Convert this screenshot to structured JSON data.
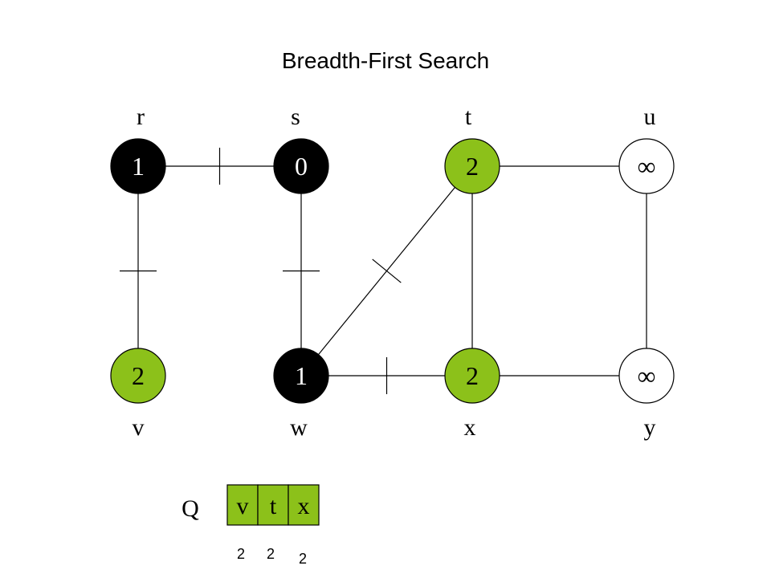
{
  "title": "Breadth-First Search",
  "colors": {
    "visited": "#000000",
    "frontier": "#8cc11a",
    "unvisited": "#ffffff",
    "line": "#000000"
  },
  "vertices": [
    {
      "id": "r",
      "label": "r",
      "value": "1",
      "state": "visited"
    },
    {
      "id": "s",
      "label": "s",
      "value": "0",
      "state": "visited"
    },
    {
      "id": "t",
      "label": "t",
      "value": "2",
      "state": "frontier"
    },
    {
      "id": "u",
      "label": "u",
      "value": "∞",
      "state": "unvisited"
    },
    {
      "id": "v",
      "label": "v",
      "value": "2",
      "state": "frontier"
    },
    {
      "id": "w",
      "label": "w",
      "value": "1",
      "state": "visited"
    },
    {
      "id": "x",
      "label": "x",
      "value": "2",
      "state": "frontier"
    },
    {
      "id": "y",
      "label": "y",
      "value": "∞",
      "state": "unvisited"
    }
  ],
  "edges": [
    {
      "from": "r",
      "to": "s",
      "tree_edge": true
    },
    {
      "from": "r",
      "to": "v",
      "tree_edge": true
    },
    {
      "from": "s",
      "to": "w",
      "tree_edge": true
    },
    {
      "from": "w",
      "to": "t",
      "tree_edge": true
    },
    {
      "from": "w",
      "to": "x",
      "tree_edge": true
    },
    {
      "from": "t",
      "to": "u",
      "tree_edge": false
    },
    {
      "from": "t",
      "to": "x",
      "tree_edge": false
    },
    {
      "from": "u",
      "to": "y",
      "tree_edge": false
    },
    {
      "from": "x",
      "to": "y",
      "tree_edge": false
    }
  ],
  "queue": {
    "label": "Q",
    "items": [
      "v",
      "t",
      "x"
    ],
    "distances": [
      "2",
      "2",
      "2"
    ]
  }
}
